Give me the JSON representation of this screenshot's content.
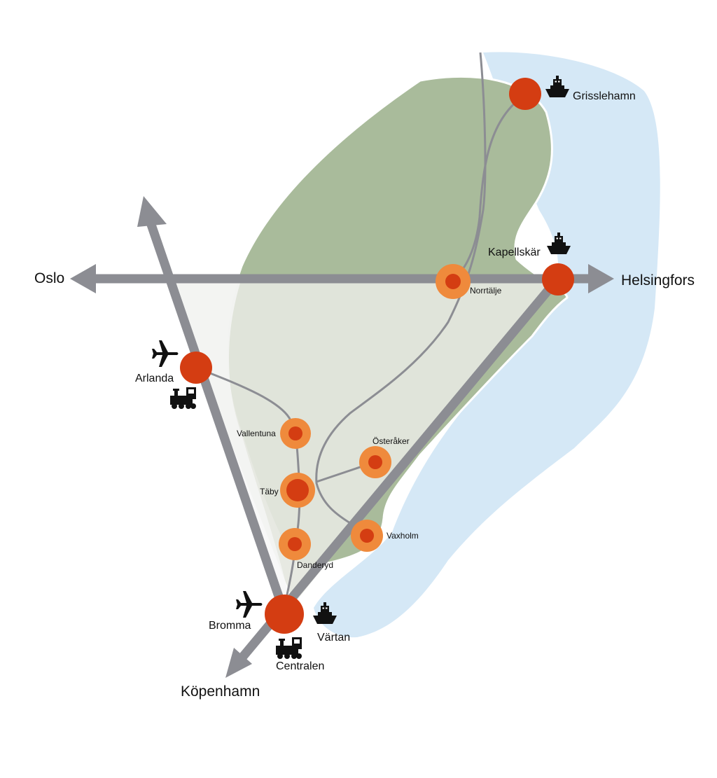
{
  "map": {
    "directions": {
      "west": "Oslo",
      "east": "Helsingfors",
      "south": "Köpenhamn"
    },
    "major_nodes": {
      "grisslehamn": "Grisslehamn",
      "kapellskar": "Kapellskär",
      "arlanda": "Arlanda",
      "bromma": "Bromma",
      "vartan": "Värtan",
      "centralen": "Centralen"
    },
    "local_nodes": {
      "norrtalje": "Norrtälje",
      "vallentuna": "Vallentuna",
      "osteraker": "Österåker",
      "taby": "Täby",
      "danderyd": "Danderyd",
      "vaxholm": "Vaxholm"
    },
    "icons": [
      "ship-icon",
      "airplane-icon",
      "train-icon"
    ],
    "colors": {
      "sea": "#d5e8f6",
      "land": "#a9bb9b",
      "region": "#e5e7e0",
      "corridor": "#8c8d93",
      "major_node": "#d43d12",
      "local_node_ring": "#ef8a3c",
      "local_node_core": "#d43d12"
    }
  }
}
